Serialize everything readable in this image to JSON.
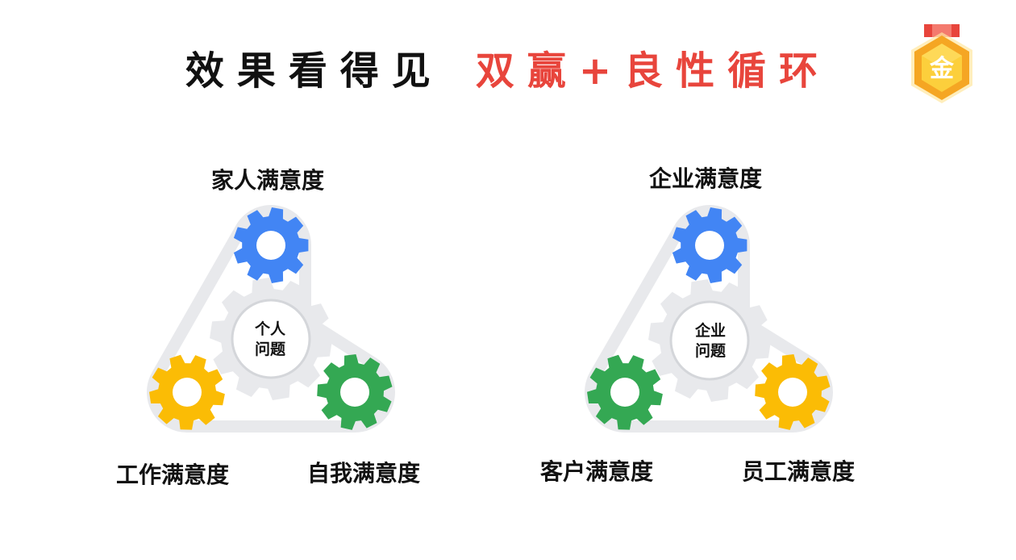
{
  "title": {
    "part1": "效果看得见",
    "part2": "双赢+良性循环"
  },
  "medal": {
    "text": "金",
    "icon": "gold-medal-icon"
  },
  "colors": {
    "blue": "#4285f4",
    "green": "#34a853",
    "yellow": "#fbbc05",
    "red": "#e8453c",
    "gray": "#e8e9ec"
  },
  "left": {
    "center_line1": "个人",
    "center_line2": "问题",
    "top_label": "家人满意度",
    "bottom_left_label": "工作满意度",
    "bottom_right_label": "自我满意度",
    "gear_colors": [
      "#4285f4",
      "#fbbc05",
      "#34a853"
    ]
  },
  "right": {
    "center_line1": "企业",
    "center_line2": "问题",
    "top_label": "企业满意度",
    "bottom_left_label": "客户满意度",
    "bottom_right_label": "员工满意度",
    "gear_colors": [
      "#4285f4",
      "#34a853",
      "#fbbc05"
    ]
  }
}
